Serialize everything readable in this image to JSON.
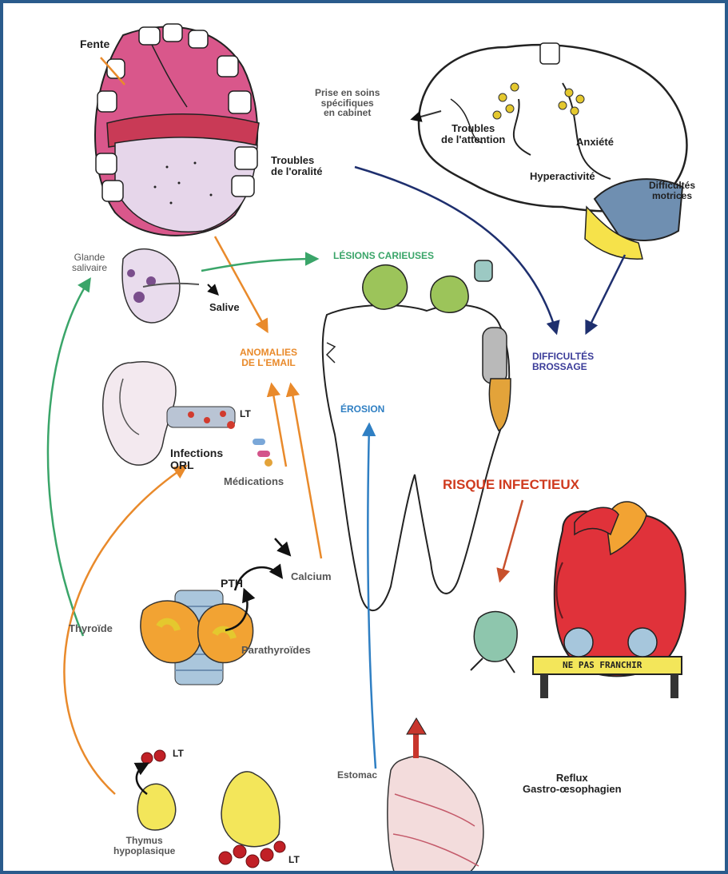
{
  "labels": {
    "fente": "Fente",
    "troubles_oralite": "Troubles\nde l'oralité",
    "prise_en_soins": "Prise en soins\nspécifiques\nen cabinet",
    "troubles_attention": "Troubles\nde l'attention",
    "anxiete": "Anxiété",
    "hyperactivite": "Hyperactivité",
    "difficultes_motrices": "Difficultés\nmotrices",
    "glande_salivaire": "Glande\nsalivaire",
    "salive": "Salive",
    "lesions_carieuses": "LÉSIONS CARIEUSES",
    "anomalies_email": "ANOMALIES\nDE L'EMAIL",
    "difficultes_brossage": "DIFFICULTÉS\nBROSSAGE",
    "erosion": "ÉROSION",
    "lt_ear": "LT",
    "infections_orl": "Infections\nORL",
    "medications": "Médications",
    "risque_infectieux": "RISQUE INFECTIEUX",
    "calcium": "Calcium",
    "pth": "PTH",
    "thyroide": "Thyroïde",
    "parathyroides": "Parathyroïdes",
    "estomac": "Estomac",
    "reflux": "Reflux\nGastro-œsophagien",
    "thymus": "Thymus\nhypoplasique",
    "lt_thymus_small": "LT",
    "lt_thymus_big": "LT",
    "sign_text": "NE PAS FRANCHIR"
  },
  "colors": {
    "frame": "#2a5b8c",
    "orange_arrow": "#e98a2b",
    "green_arrow": "#3aa569",
    "blue_arrow": "#2f7fc3",
    "navy_arrow": "#1e2f6e",
    "red_arrow": "#c8502c",
    "black_arrow": "#111111"
  }
}
